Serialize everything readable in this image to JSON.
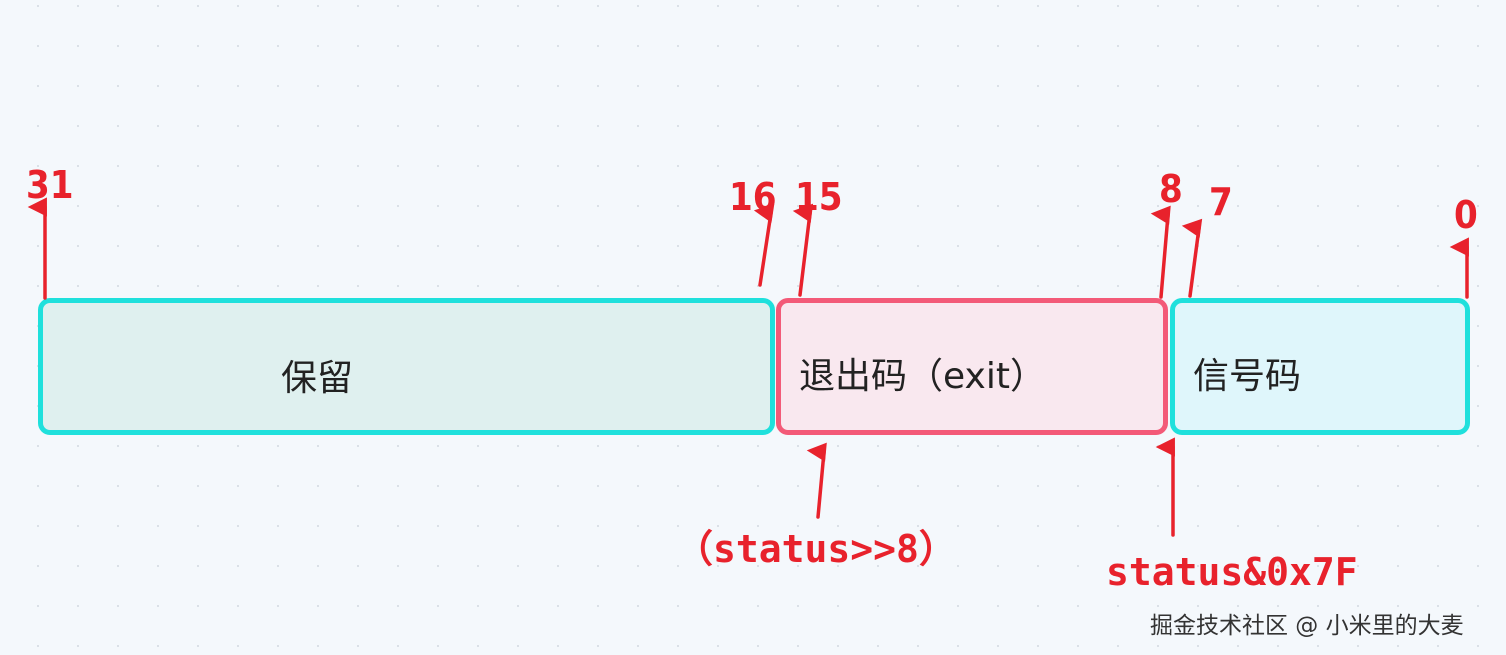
{
  "fields": {
    "reserved": "保留",
    "exit_code": "退出码（exit）",
    "signal": "信号码"
  },
  "bits": {
    "b31": "31",
    "b16": "16",
    "b15": "15",
    "b8": "8",
    "b7": "7",
    "b0": "0"
  },
  "expressions": {
    "exit": "（status>>8）",
    "signal": "status&0x7F"
  },
  "watermark": "掘金技术社区 @ 小米里的大麦",
  "colors": {
    "cyan_border": "#1fe0dc",
    "pink_border": "#f35a78",
    "annotation_red": "#e8222c"
  }
}
